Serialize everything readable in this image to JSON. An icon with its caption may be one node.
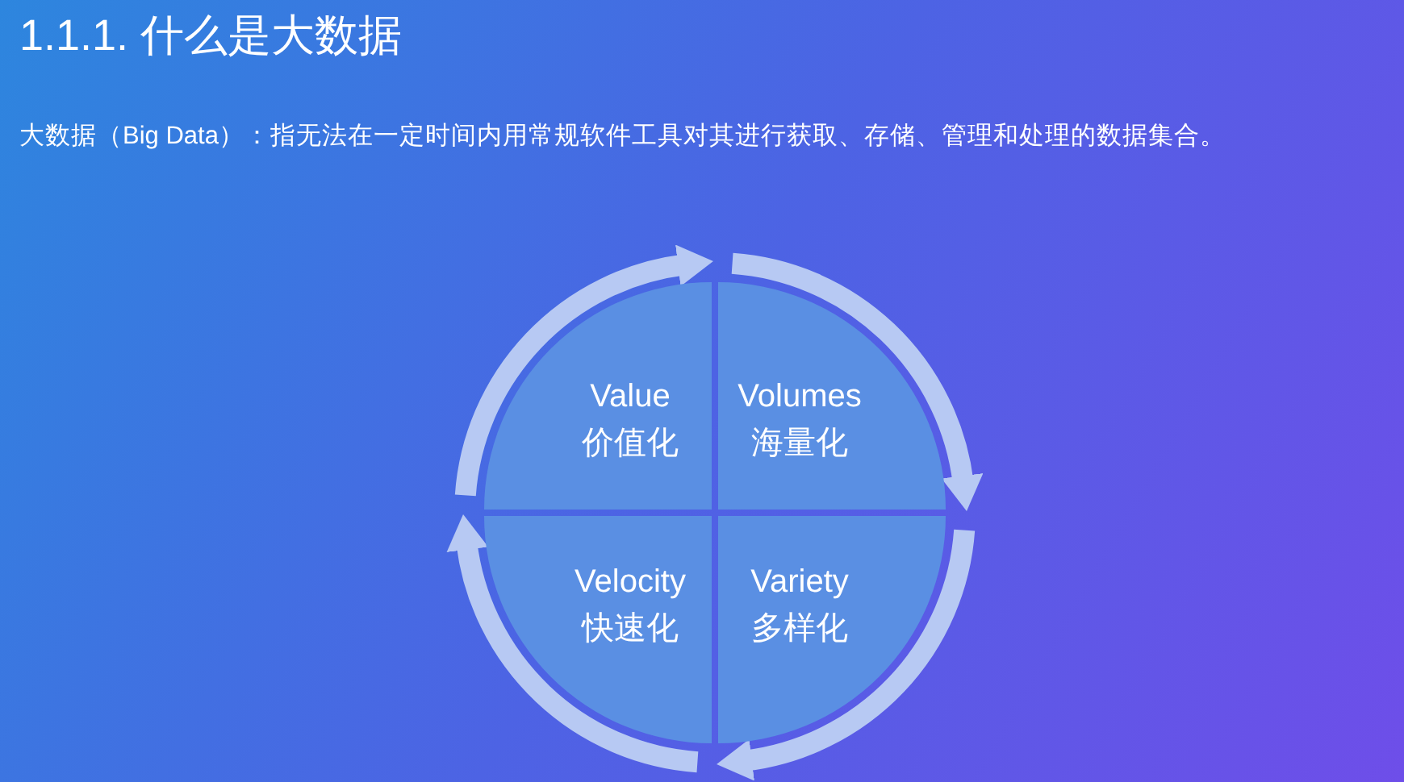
{
  "diagram": {
    "title": "1.1.1. 什么是大数据",
    "nodes": [
      {
        "text": [
          "Value",
          "价值化"
        ]
      },
      {
        "text": [
          "Volumes",
          "海量化"
        ]
      },
      {
        "text": [
          "Variety",
          "多样化"
        ]
      },
      {
        "text": [
          "Velocity",
          "快速化"
        ]
      }
    ],
    "edges": [
      {
        "from": 0,
        "to": 1,
        "arrow": "to"
      },
      {
        "from": 1,
        "to": 2,
        "arrow": "to"
      },
      {
        "from": 2,
        "to": 3,
        "arrow": "to"
      },
      {
        "from": 3,
        "to": 0,
        "arrow": "to"
      }
    ],
    "labels": [
      "大数据（Big Data）：指无法在一定时间内用常规软件工具对其进行获取、存储、管理和处理的数据集合。"
    ]
  }
}
